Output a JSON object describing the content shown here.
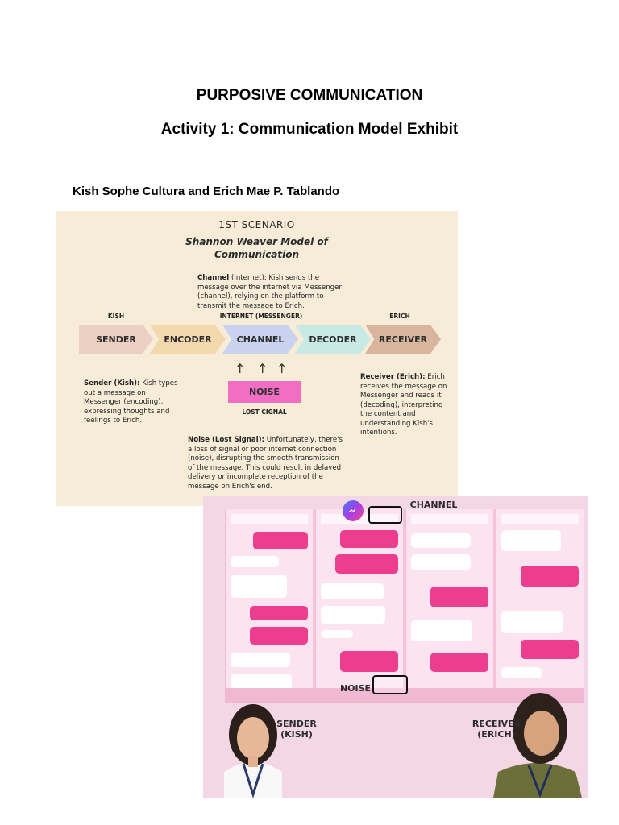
{
  "header": {
    "title": "PURPOSIVE COMMUNICATION",
    "subtitle": "Activity 1: Communication Model Exhibit",
    "authors": "Kish Sophe Cultura and Erich Mae P. Tablando"
  },
  "infographic": {
    "scenario": "1ST SCENARIO",
    "model_line1": "Shannon Weaver Model of",
    "model_line2": "Communication",
    "channel_note": {
      "bold": "Channel",
      "text": " (Internet): Kish sends the message over the internet via Messenger (channel), relying on the platform to transmit the message to Erich."
    },
    "top_labels": {
      "kish": "KISH",
      "internet": "INTERNET (MESSENGER)",
      "erich": "ERICH"
    },
    "steps": [
      "SENDER",
      "ENCODER",
      "CHANNEL",
      "DECODER",
      "RECEIVER"
    ],
    "step_colors": [
      "#ecd0c1",
      "#f3d7ad",
      "#c9d3ef",
      "#c8eae7",
      "#d8b59d"
    ],
    "arrows": [
      "↑",
      "↑",
      "↑"
    ],
    "noise_label": "NOISE",
    "lost_signal": "LOST CIGNAL",
    "sender_note": {
      "bold": "Sender (Kish):",
      "text": " Kish types out a message on Messenger (encoding), expressing thoughts and feelings to Erich."
    },
    "receiver_note": {
      "bold": "Receiver (Erich):",
      "text": " Erich receives the message on Messenger and reads it (decoding), interpreting the content and understanding Kish's intentions."
    },
    "noise_note": {
      "bold": "Noise (Lost Signal):",
      "text": " Unfortunately, there's a loss of signal or poor internet connection (noise), disrupting the smooth transmission of the message. This could result in delayed delivery or incomplete reception of the message on Erich's end."
    }
  },
  "collage": {
    "channel_label": "CHANNEL",
    "noise_label": "NOISE",
    "sender_label_1": "SENDER",
    "sender_label_2": "(KISH)",
    "receiver_label_1": "RECEIVER",
    "receiver_label_2": "(ERICH)",
    "messenger_icon": "messenger-icon"
  }
}
